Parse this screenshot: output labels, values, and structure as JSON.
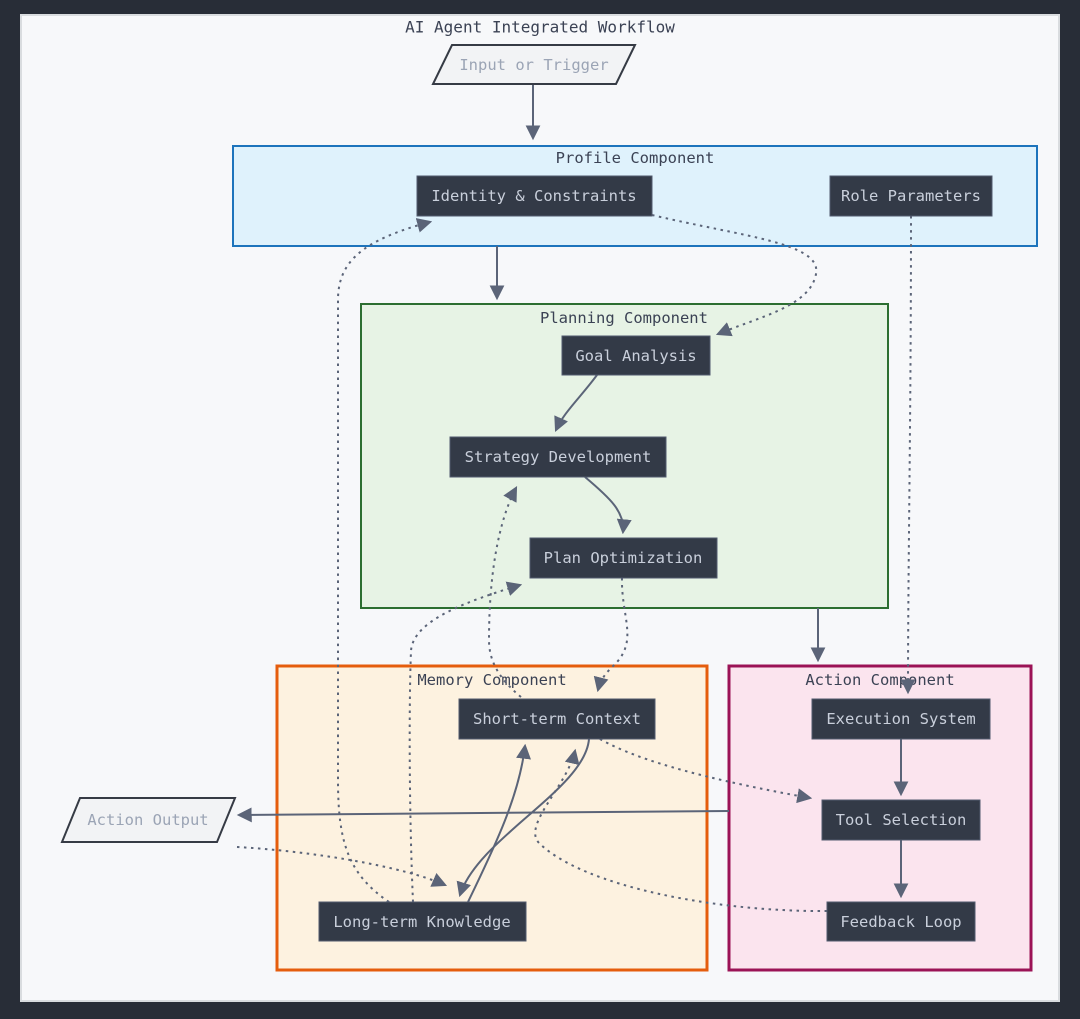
{
  "title": "AI Agent Integrated Workflow",
  "io_nodes": {
    "input_trigger": {
      "label": "Input or Trigger"
    },
    "action_output": {
      "label": "Action Output"
    }
  },
  "subgraphs": {
    "profile": {
      "label": "Profile Component",
      "fill": "#dff2fc",
      "border": "#1d74bc"
    },
    "planning": {
      "label": "Planning Component",
      "fill": "#e7f3e5",
      "border": "#2c6e31"
    },
    "memory": {
      "label": "Memory Component",
      "fill": "#fdf2e0",
      "border": "#e55d0d"
    },
    "action": {
      "label": "Action Component",
      "fill": "#fbe4ee",
      "border": "#9b1356"
    }
  },
  "nodes": {
    "identity_constraints": {
      "label": "Identity & Constraints"
    },
    "role_parameters": {
      "label": "Role Parameters"
    },
    "goal_analysis": {
      "label": "Goal Analysis"
    },
    "strategy_development": {
      "label": "Strategy Development"
    },
    "plan_optimization": {
      "label": "Plan Optimization"
    },
    "short_term_context": {
      "label": "Short-term Context"
    },
    "long_term_knowledge": {
      "label": "Long-term Knowledge"
    },
    "execution_system": {
      "label": "Execution System"
    },
    "tool_selection": {
      "label": "Tool Selection"
    },
    "feedback_loop": {
      "label": "Feedback Loop"
    }
  },
  "edges": [
    {
      "from": "input_trigger",
      "to": "profile_component",
      "style": "solid"
    },
    {
      "from": "profile_component",
      "to": "planning_component",
      "style": "solid"
    },
    {
      "from": "goal_analysis",
      "to": "strategy_development",
      "style": "solid"
    },
    {
      "from": "strategy_development",
      "to": "plan_optimization",
      "style": "solid"
    },
    {
      "from": "planning_component",
      "to": "action_component",
      "style": "solid"
    },
    {
      "from": "execution_system",
      "to": "tool_selection",
      "style": "solid"
    },
    {
      "from": "tool_selection",
      "to": "feedback_loop",
      "style": "solid"
    },
    {
      "from": "short_term_context",
      "to": "long_term_knowledge",
      "style": "solid"
    },
    {
      "from": "long_term_knowledge",
      "to": "short_term_context",
      "style": "solid"
    },
    {
      "from": "action_component",
      "to": "action_output",
      "style": "solid"
    },
    {
      "from": "identity_constraints",
      "to": "goal_analysis",
      "style": "dotted"
    },
    {
      "from": "role_parameters",
      "to": "execution_system",
      "style": "dotted"
    },
    {
      "from": "long_term_knowledge",
      "to": "identity_constraints",
      "style": "dotted"
    },
    {
      "from": "long_term_knowledge",
      "to": "plan_optimization",
      "style": "dotted"
    },
    {
      "from": "short_term_context",
      "to": "strategy_development",
      "style": "dotted"
    },
    {
      "from": "plan_optimization",
      "to": "short_term_context",
      "style": "dotted"
    },
    {
      "from": "short_term_context",
      "to": "tool_selection",
      "style": "dotted"
    },
    {
      "from": "feedback_loop",
      "to": "short_term_context",
      "style": "dotted"
    },
    {
      "from": "action_output",
      "to": "long_term_knowledge",
      "style": "dotted"
    }
  ],
  "colors": {
    "frame": "#282d37",
    "canvas": "#f7f8fa",
    "node_fill": "#333a47",
    "node_text": "#c9cfdb",
    "edge": "#5b6478",
    "io_fill": "#f2f3f5",
    "io_text": "#9ba4b5",
    "label_text": "#3b4254"
  }
}
